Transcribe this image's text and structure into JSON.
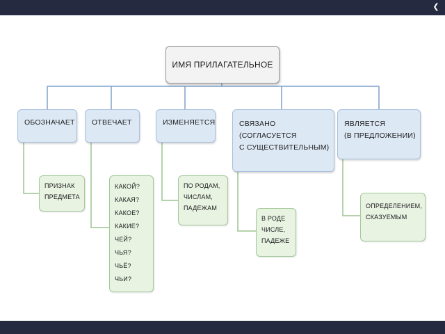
{
  "root": "ИМЯ ПРИЛАГАТЕЛЬНОЕ",
  "categories": [
    {
      "label": [
        "ОБОЗНАЧАЕТ"
      ],
      "details": [
        "ПРИЗНАК",
        "ПРЕДМЕТА"
      ]
    },
    {
      "label": [
        "ОТВЕЧАЕТ"
      ],
      "details": [
        "КАКОЙ?",
        "КАКАЯ?",
        "КАКОЕ?",
        "КАКИЕ?",
        "ЧЕЙ?",
        "ЧЬЯ?",
        "ЧЬЁ?",
        "ЧЬИ?"
      ]
    },
    {
      "label": [
        "ИЗМЕНЯЕТСЯ"
      ],
      "details": [
        "ПО РОДАМ,",
        "ЧИСЛАМ,",
        "ПАДЕЖАМ"
      ]
    },
    {
      "label": [
        "СВЯЗАНО",
        "(СОГЛАСУЕТСЯ",
        "С СУЩЕСТВИТЕЛЬНЫМ)"
      ],
      "details": [
        "В РОДЕ",
        "ЧИСЛЕ,",
        "ПАДЕЖЕ"
      ]
    },
    {
      "label": [
        "ЯВЛЯЕТСЯ",
        "(В ПРЕДЛОЖЕНИИ)"
      ],
      "details": [
        "ОПРЕДЕЛЕНИЕМ,",
        "СКАЗУЕМЫМ"
      ]
    }
  ],
  "colors": {
    "band": "#252a41",
    "connector": "#7fa0c8",
    "detail_connector": "#9bc48f"
  }
}
